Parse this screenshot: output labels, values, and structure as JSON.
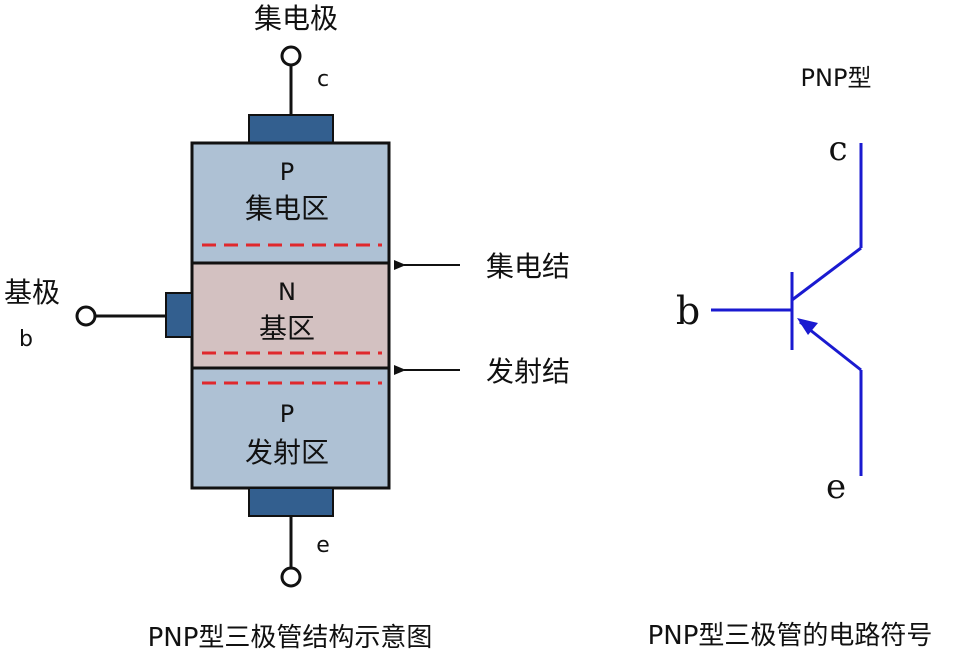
{
  "structure": {
    "collector_electrode_label": "集电极",
    "collector_letter": "c",
    "base_electrode_label": "基极",
    "base_letter": "b",
    "emitter_letter": "e",
    "p_top_letter": "P",
    "p_top_region": "集电区",
    "n_letter": "N",
    "n_region": "基区",
    "p_bottom_letter": "P",
    "p_bottom_region": "发射区",
    "collector_junction": "集电结",
    "emitter_junction": "发射结",
    "caption": "PNP型三极管结构示意图"
  },
  "symbol": {
    "title": "PNP型",
    "collector_letter": "c",
    "base_letter": "b",
    "emitter_letter": "e",
    "caption": "PNP型三极管的电路符号"
  },
  "colors": {
    "p_region": "#aec1d4",
    "n_region": "#d3c1c1",
    "electrode": "#335f8f",
    "junction_dash": "#e0282c",
    "symbol_line": "#1a1ad0",
    "outline": "#111111"
  }
}
